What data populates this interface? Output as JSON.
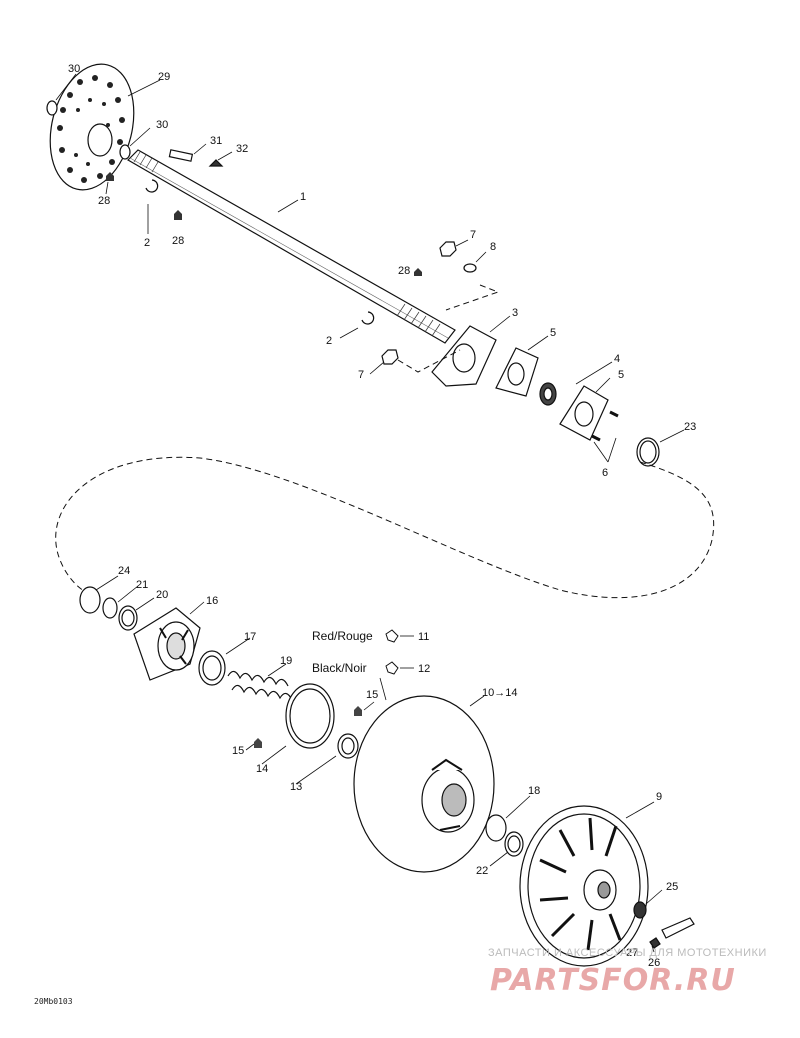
{
  "labels": {
    "p1": "1",
    "p2a": "2",
    "p2b": "2",
    "p3": "3",
    "p4": "4",
    "p5a": "5",
    "p5b": "5",
    "p6": "6",
    "p7a": "7",
    "p7b": "7",
    "p8": "8",
    "p9": "9",
    "p10": "10→14",
    "p11": "11",
    "p12": "12",
    "p13": "13",
    "p14": "14",
    "p15a": "15",
    "p15b": "15",
    "p16": "16",
    "p17": "17",
    "p18": "18",
    "p19": "19",
    "p20": "20",
    "p21": "21",
    "p22": "22",
    "p23": "23",
    "p24": "24",
    "p25": "25",
    "p26": "26",
    "p27": "27",
    "p28a": "28",
    "p28b": "28",
    "p28c": "28",
    "p29": "29",
    "p30a": "30",
    "p30b": "30",
    "p31": "31",
    "p32": "32"
  },
  "callouts": {
    "red": "Red/Rouge",
    "black": "Black/Noir"
  },
  "figure_code": "20Mb0103",
  "watermark": {
    "line1": "ЗАПЧАСТИ И АКСЕССУАРЫ ДЛЯ МОТОТЕХНИКИ",
    "line2": "PARTSFOR.RU"
  }
}
